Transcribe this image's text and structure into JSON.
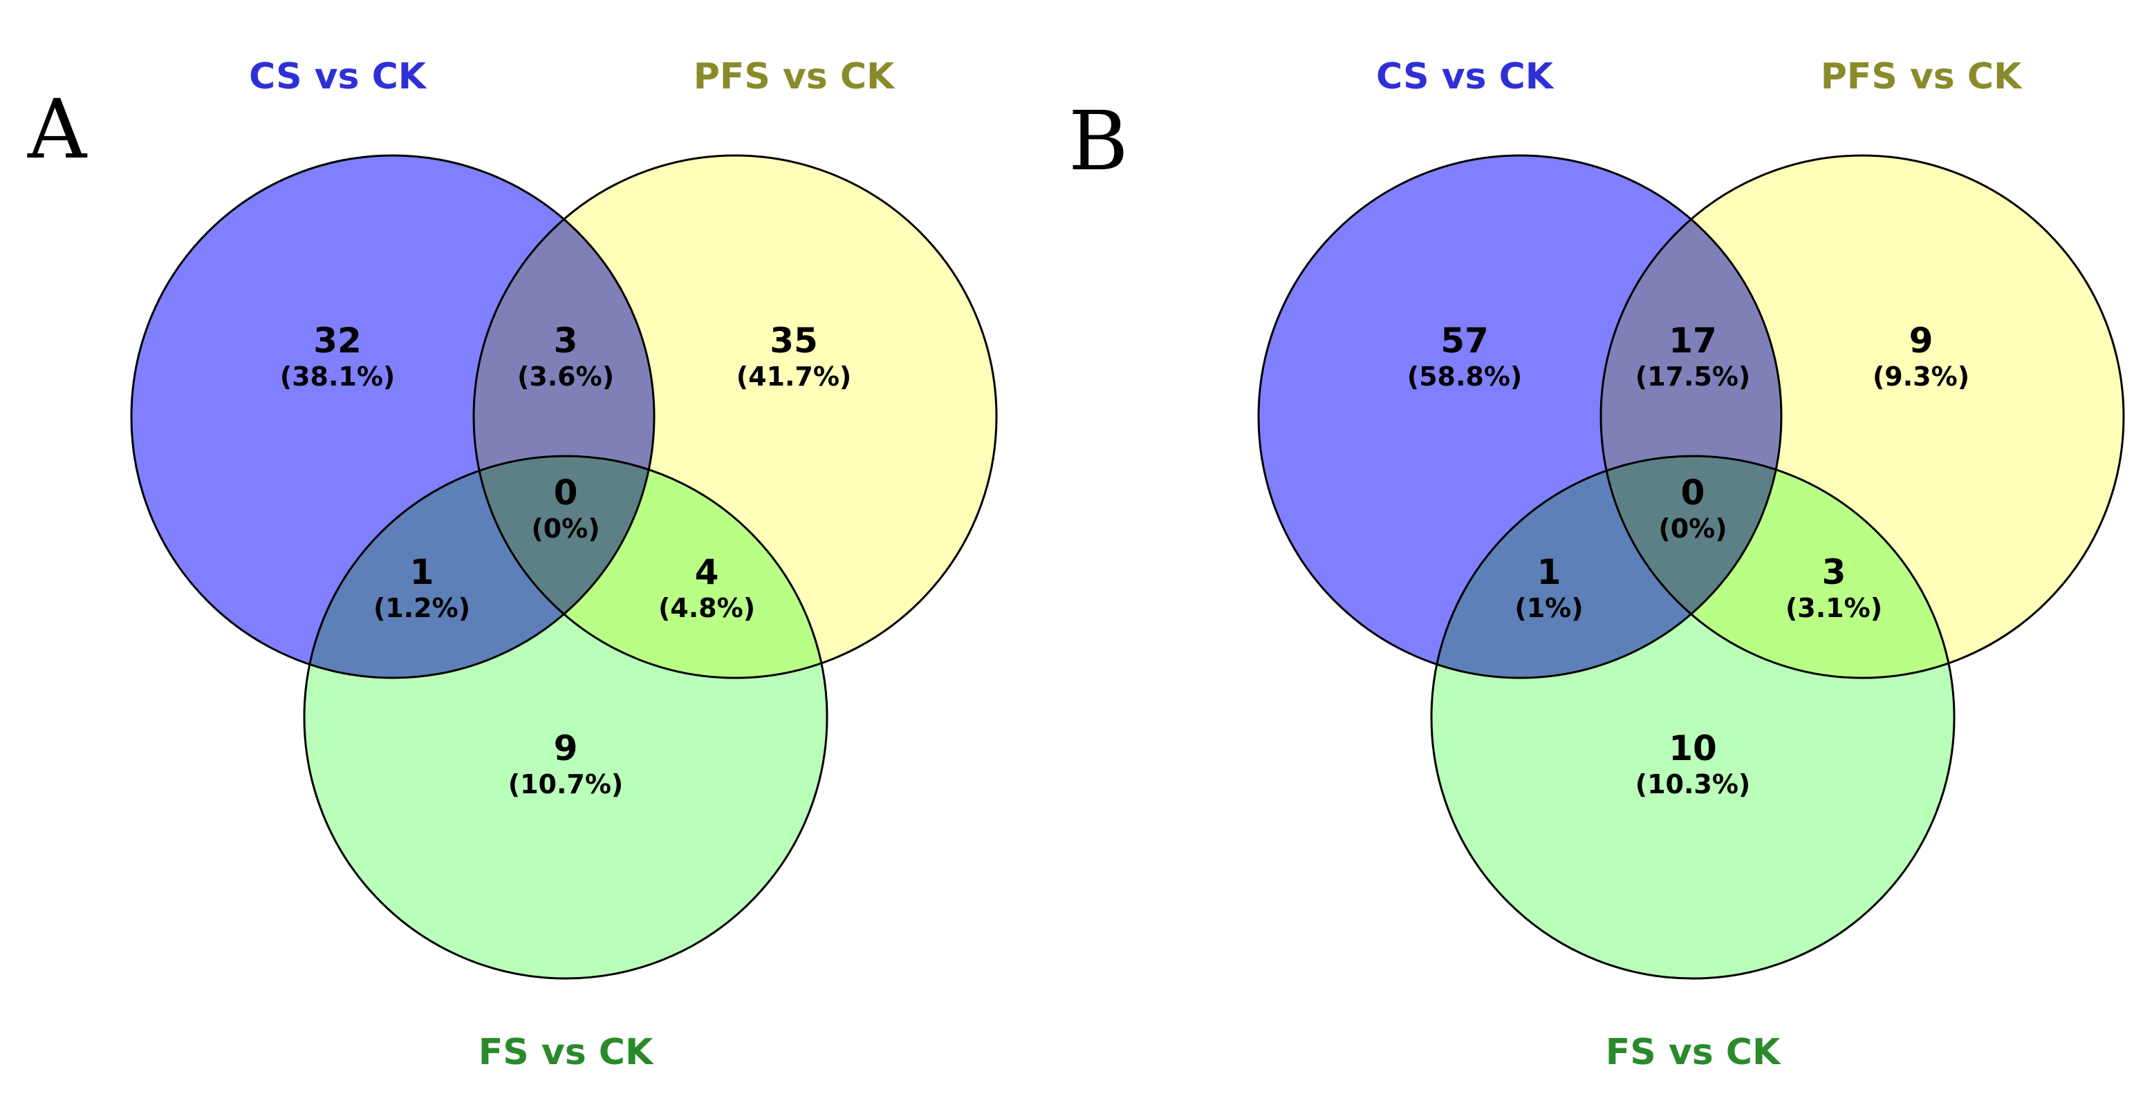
{
  "panels": [
    {
      "letter": "A",
      "sets": [
        {
          "label": "CS vs CK",
          "color": "#2f2fd8",
          "fill": "#8080ff"
        },
        {
          "label": "PFS vs CK",
          "color": "#8a8a2a",
          "fill": "#ffff80"
        },
        {
          "label": "FS vs CK",
          "color": "#2a8a2a",
          "fill": "#80ff80"
        }
      ],
      "regions": {
        "cs_only": {
          "count": "32",
          "pct": "(38.1%)"
        },
        "cs_pfs": {
          "count": "3",
          "pct": "(3.6%)"
        },
        "pfs_only": {
          "count": "35",
          "pct": "(41.7%)"
        },
        "all": {
          "count": "0",
          "pct": "(0%)"
        },
        "cs_fs": {
          "count": "1",
          "pct": "(1.2%)"
        },
        "pfs_fs": {
          "count": "4",
          "pct": "(4.8%)"
        },
        "fs_only": {
          "count": "9",
          "pct": "(10.7%)"
        }
      }
    },
    {
      "letter": "B",
      "sets": [
        {
          "label": "CS vs CK",
          "color": "#2f2fd8",
          "fill": "#8080ff"
        },
        {
          "label": "PFS vs CK",
          "color": "#8a8a2a",
          "fill": "#ffff80"
        },
        {
          "label": "FS vs CK",
          "color": "#2a8a2a",
          "fill": "#80ff80"
        }
      ],
      "regions": {
        "cs_only": {
          "count": "57",
          "pct": "(58.8%)"
        },
        "cs_pfs": {
          "count": "17",
          "pct": "(17.5%)"
        },
        "pfs_only": {
          "count": "9",
          "pct": "(9.3%)"
        },
        "all": {
          "count": "0",
          "pct": "(0%)"
        },
        "cs_fs": {
          "count": "1",
          "pct": "(1%)"
        },
        "pfs_fs": {
          "count": "3",
          "pct": "(3.1%)"
        },
        "fs_only": {
          "count": "10",
          "pct": "(10.3%)"
        }
      }
    }
  ]
}
